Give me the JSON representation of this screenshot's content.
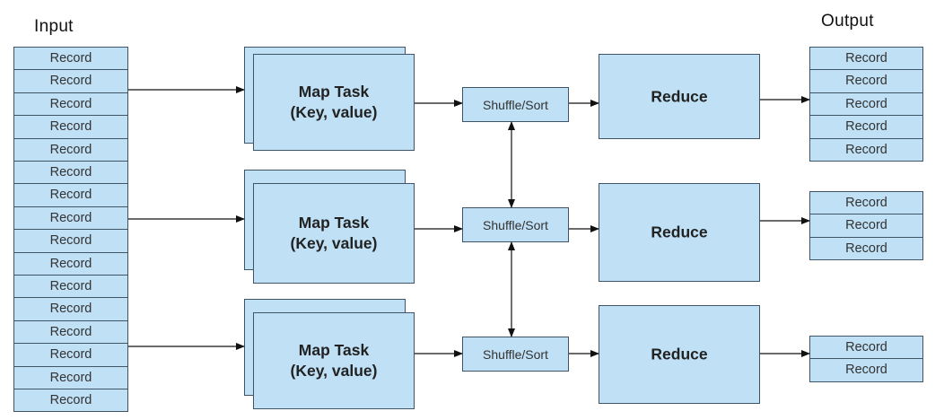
{
  "diagram": {
    "input_heading": "Input",
    "output_heading": "Output",
    "input_records": [
      "Record",
      "Record",
      "Record",
      "Record",
      "Record",
      "Record",
      "Record",
      "Record",
      "Record",
      "Record",
      "Record",
      "Record",
      "Record",
      "Record",
      "Record",
      "Record"
    ],
    "map_tasks": [
      {
        "line1": "Map Task",
        "line2": "(Key, value)"
      },
      {
        "line1": "Map Task",
        "line2": "(Key, value)"
      },
      {
        "line1": "Map Task",
        "line2": "(Key, value)"
      }
    ],
    "shuffle_label": "Shuffle/Sort",
    "reduce_label": "Reduce",
    "output_groups": [
      [
        "Record",
        "Record",
        "Record",
        "Record",
        "Record"
      ],
      [
        "Record",
        "Record",
        "Record"
      ],
      [
        "Record",
        "Record"
      ]
    ],
    "colors": {
      "box_fill": "#bfe0f5",
      "border": "#3f5566",
      "arrow": "#111111"
    }
  }
}
